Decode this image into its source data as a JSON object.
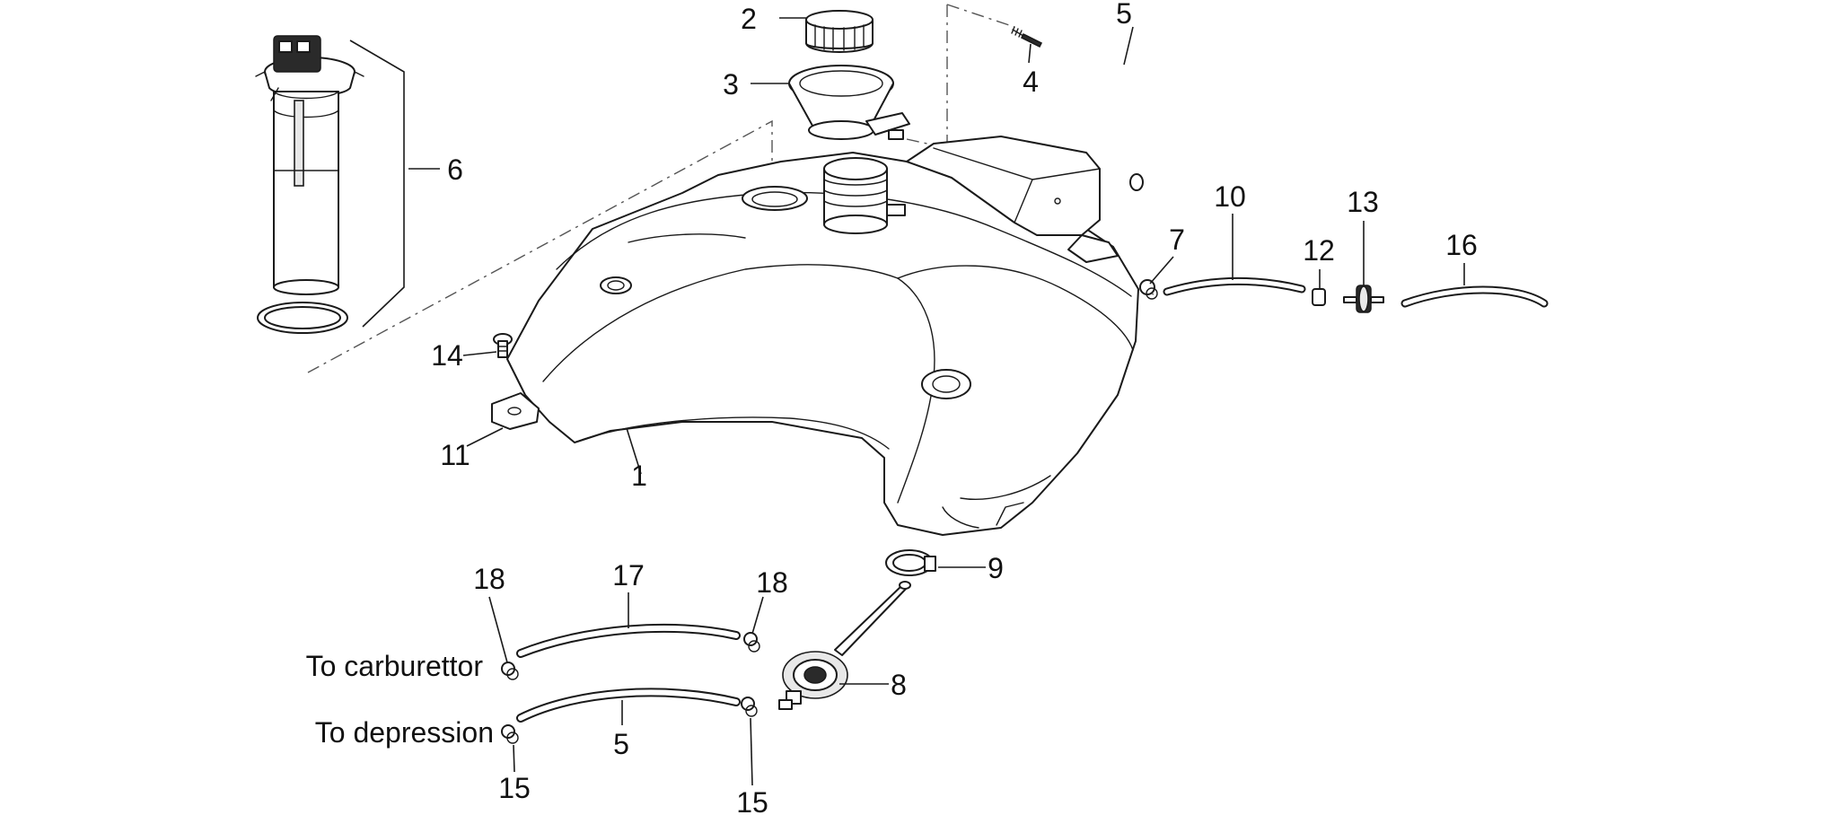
{
  "callouts": {
    "c1": "1",
    "c2": "2",
    "c3": "3",
    "c4": "4",
    "c5a": "5",
    "c5b": "5",
    "c6": "6",
    "c7": "7",
    "c8": "8",
    "c9": "9",
    "c10": "10",
    "c11": "11",
    "c12": "12",
    "c13": "13",
    "c14": "14",
    "c15a": "15",
    "c15b": "15",
    "c16": "16",
    "c17": "17",
    "c18a": "18",
    "c18b": "18"
  },
  "notes": {
    "to_carburettor": "To carburettor",
    "to_depression": "To depression"
  }
}
